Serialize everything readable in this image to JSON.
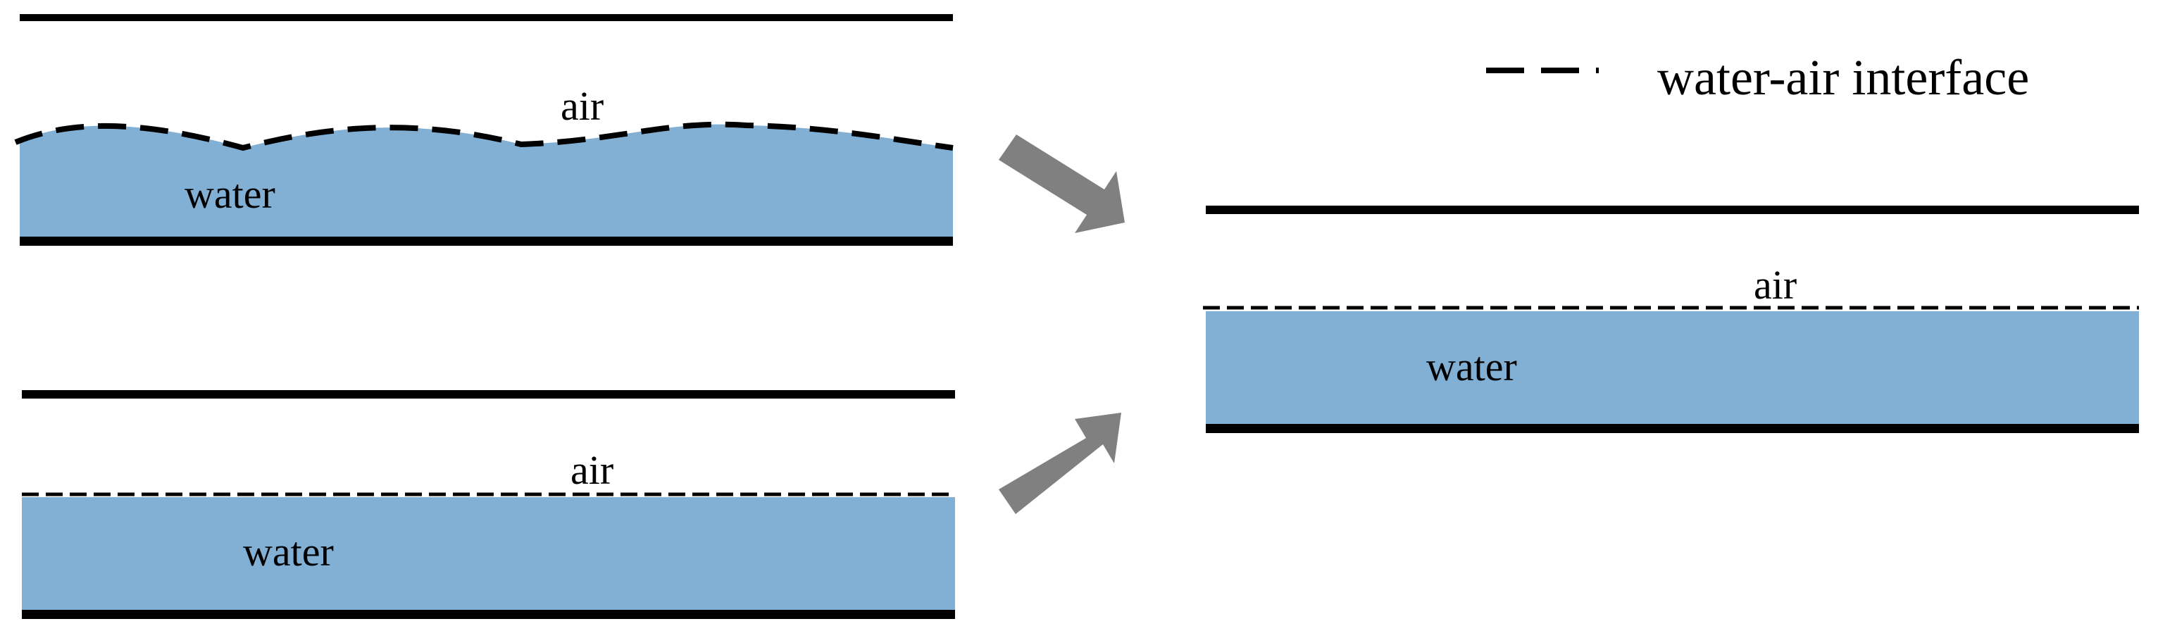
{
  "colors": {
    "water": "#82b0d5",
    "wall": "#000000",
    "arrow": "#808080",
    "background": "#ffffff"
  },
  "legend": {
    "symbol": "dashed-line",
    "label": "water-air interface"
  },
  "panels": [
    {
      "id": "wavy",
      "air_label": "air",
      "water_label": "water",
      "interface": "wavy"
    },
    {
      "id": "flat-initial",
      "air_label": "air",
      "water_label": "water",
      "interface": "flat"
    },
    {
      "id": "flat-result",
      "air_label": "air",
      "water_label": "water",
      "interface": "flat"
    }
  ],
  "arrows": [
    {
      "from": "wavy",
      "to": "flat-result"
    },
    {
      "from": "flat-initial",
      "to": "flat-result"
    }
  ]
}
